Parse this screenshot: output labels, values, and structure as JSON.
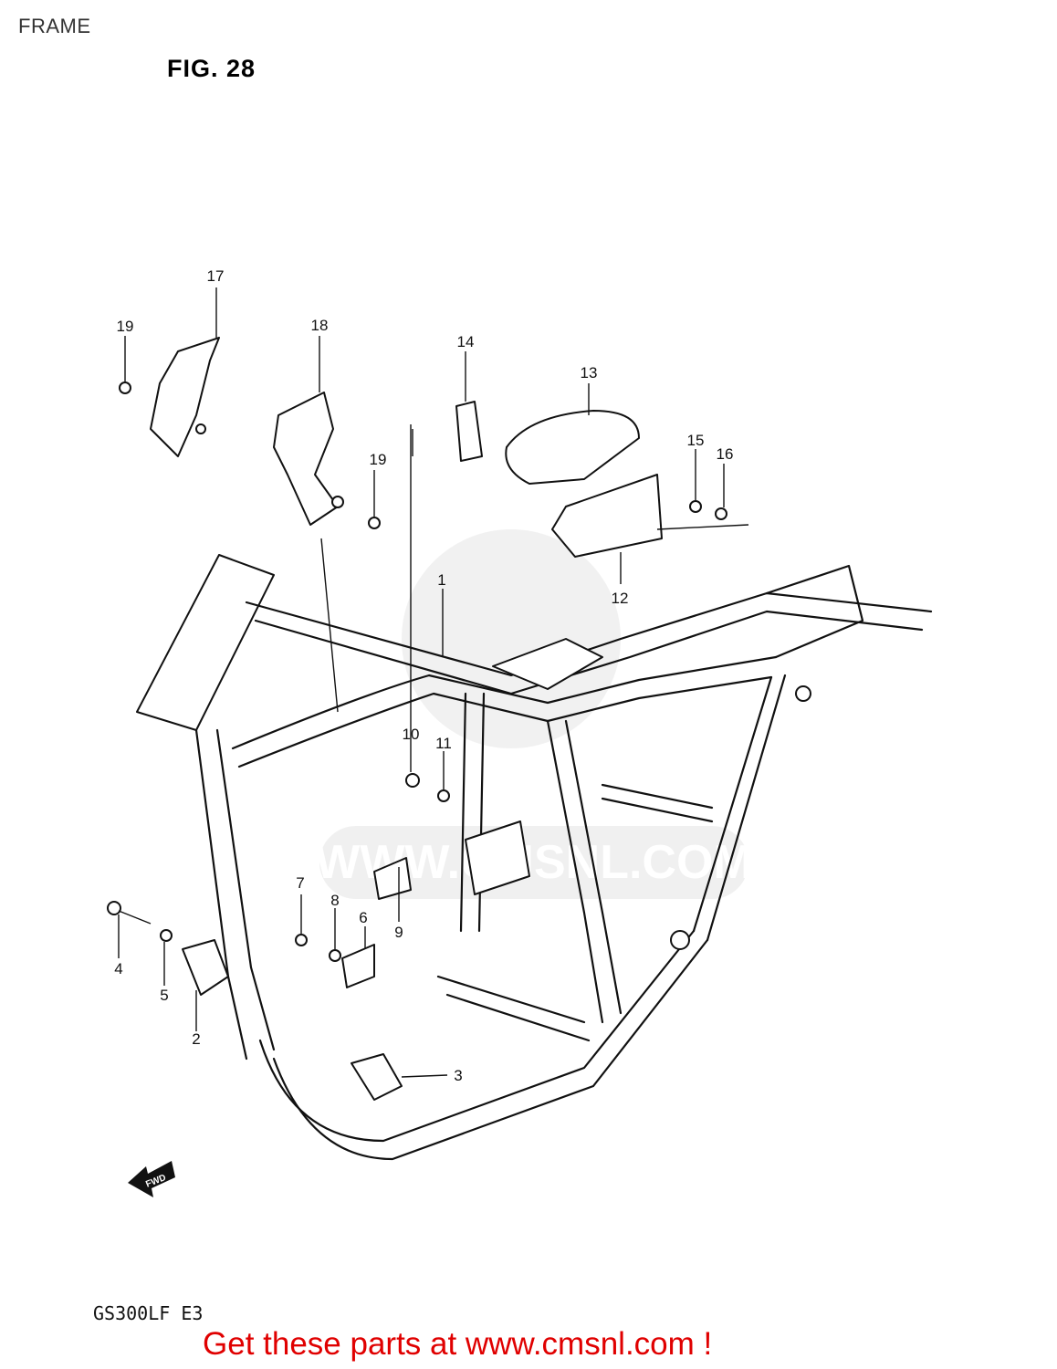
{
  "page": {
    "section_label": "FRAME",
    "figure_title": "FIG. 28",
    "model_code": "GS300LF E3",
    "call_to_action": "Get these parts at www.cmsnl.com !",
    "fwd_badge": "FWD",
    "watermark_text": "WWW.CMSNL.COM"
  },
  "callouts": [
    {
      "id": "1",
      "label": "1"
    },
    {
      "id": "2",
      "label": "2"
    },
    {
      "id": "3",
      "label": "3"
    },
    {
      "id": "4",
      "label": "4"
    },
    {
      "id": "5",
      "label": "5"
    },
    {
      "id": "6",
      "label": "6"
    },
    {
      "id": "7",
      "label": "7"
    },
    {
      "id": "8",
      "label": "8"
    },
    {
      "id": "9",
      "label": "9"
    },
    {
      "id": "10",
      "label": "10"
    },
    {
      "id": "11",
      "label": "11"
    },
    {
      "id": "12",
      "label": "12"
    },
    {
      "id": "13",
      "label": "13"
    },
    {
      "id": "14",
      "label": "14"
    },
    {
      "id": "15",
      "label": "15"
    },
    {
      "id": "16",
      "label": "16"
    },
    {
      "id": "17",
      "label": "17"
    },
    {
      "id": "18",
      "label": "18"
    },
    {
      "id": "19a",
      "label": "19"
    },
    {
      "id": "19b",
      "label": "19"
    }
  ]
}
